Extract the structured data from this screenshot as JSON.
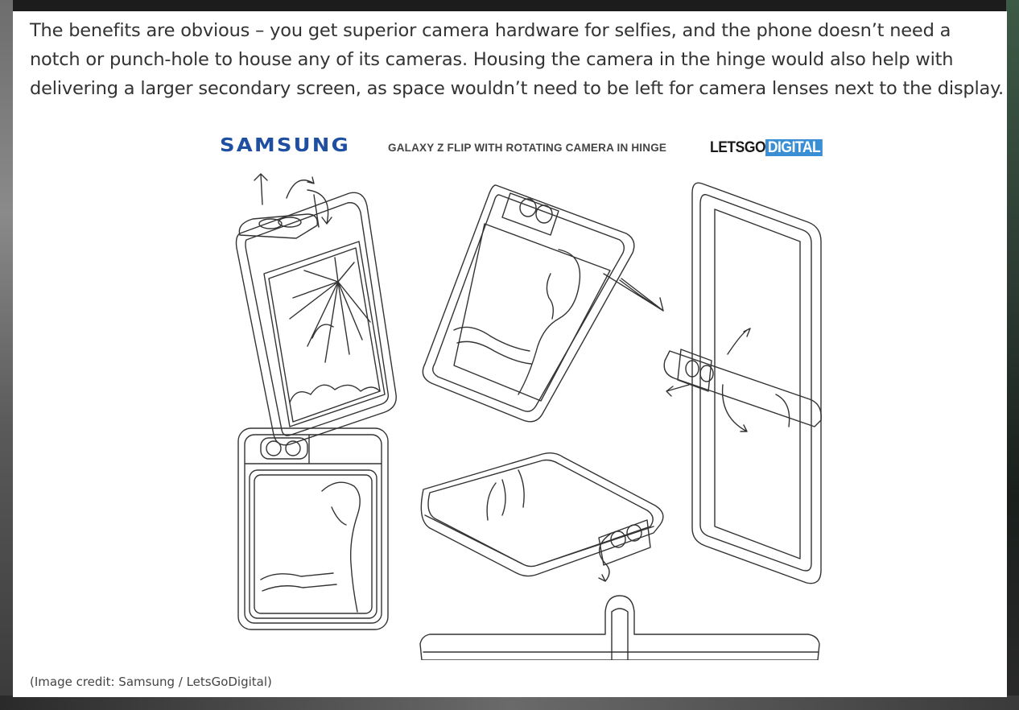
{
  "article": {
    "paragraph": "The benefits are obvious – you get superior camera hardware for selfies, and the phone doesn’t need a notch or punch-hole to house any of its cameras. Housing the camera in the hinge would also help with delivering a larger secondary screen, as space wouldn’t need to be left for camera lenses next to the display."
  },
  "figure": {
    "brand": "SAMSUNG",
    "title": "GALAXY Z FLIP WITH ROTATING CAMERA IN HINGE",
    "publisher_part1": "LETSGO",
    "publisher_part2": "DIGITAL",
    "brand_color": "#1f4fa0",
    "publisher_accent": "#3a8fd4"
  },
  "caption": "(Image credit: Samsung / LetsGoDigital)"
}
